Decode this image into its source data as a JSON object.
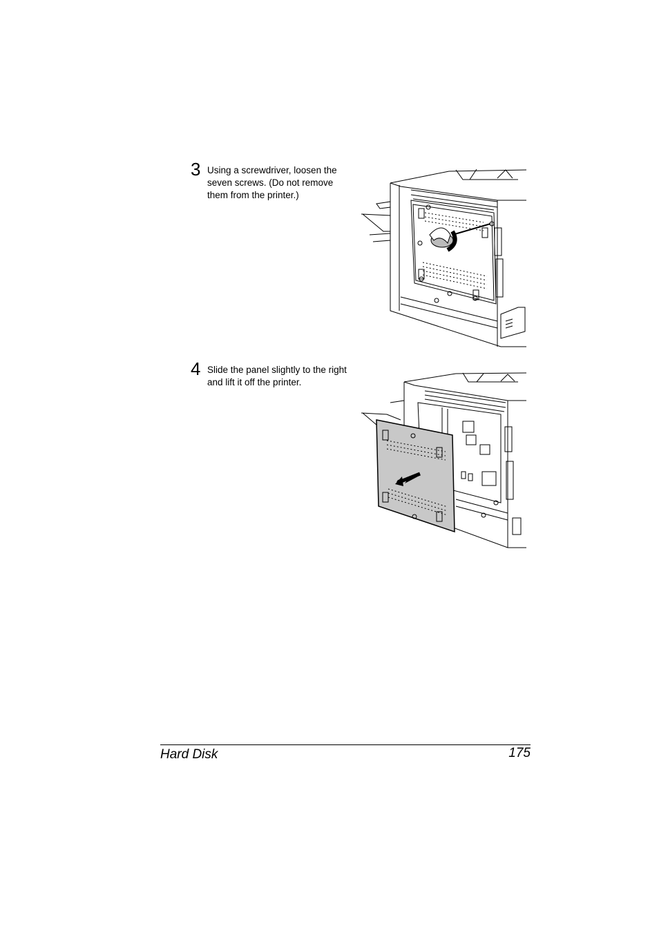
{
  "steps": [
    {
      "number": "3",
      "text": "Using a screwdriver, loosen the seven screws. (Do not remove them from the printer.)"
    },
    {
      "number": "4",
      "text": "Slide the panel slightly to the right and lift it off the printer."
    }
  ],
  "footer": {
    "section": "Hard Disk",
    "page": "175"
  }
}
